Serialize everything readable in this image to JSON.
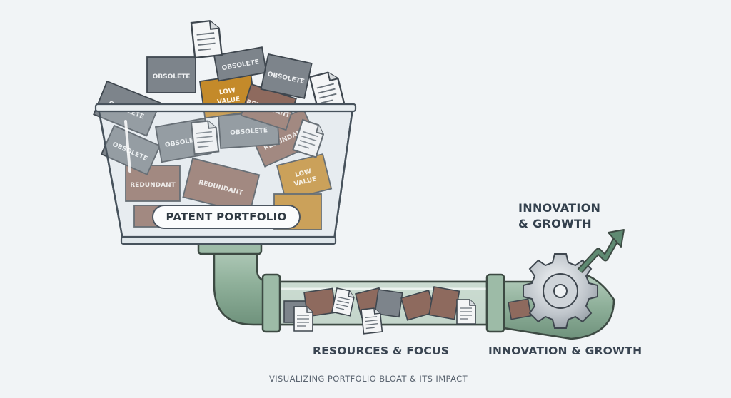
{
  "diagram": {
    "bin_label": "PATENT PORTFOLIO",
    "pipe_label": "RESOURCES & FOCUS",
    "output_label_bottom": "INNOVATION & GROWTH",
    "output_label_top_line1": "INNOVATION",
    "output_label_top_line2": "& GROWTH",
    "caption": "VISUALIZING PORTFOLIO BLOAT & ITS IMPACT",
    "box_labels": {
      "obsolete": "OBSOLETE",
      "redundant": "REDUNDANT",
      "low_value_line1": "LOW",
      "low_value_line2": "VALUE"
    },
    "colors": {
      "background": "#f1f4f6",
      "obsolete": "#7d848b",
      "redundant": "#8e6a5e",
      "low_value": "#c48a2a",
      "pipe": "#8fb09a",
      "gear": "#b9bfc5",
      "arrow": "#5f8a72"
    },
    "icons": [
      "document-icon",
      "gear-icon",
      "growth-arrow-icon",
      "pipe-icon",
      "bin-icon"
    ]
  }
}
